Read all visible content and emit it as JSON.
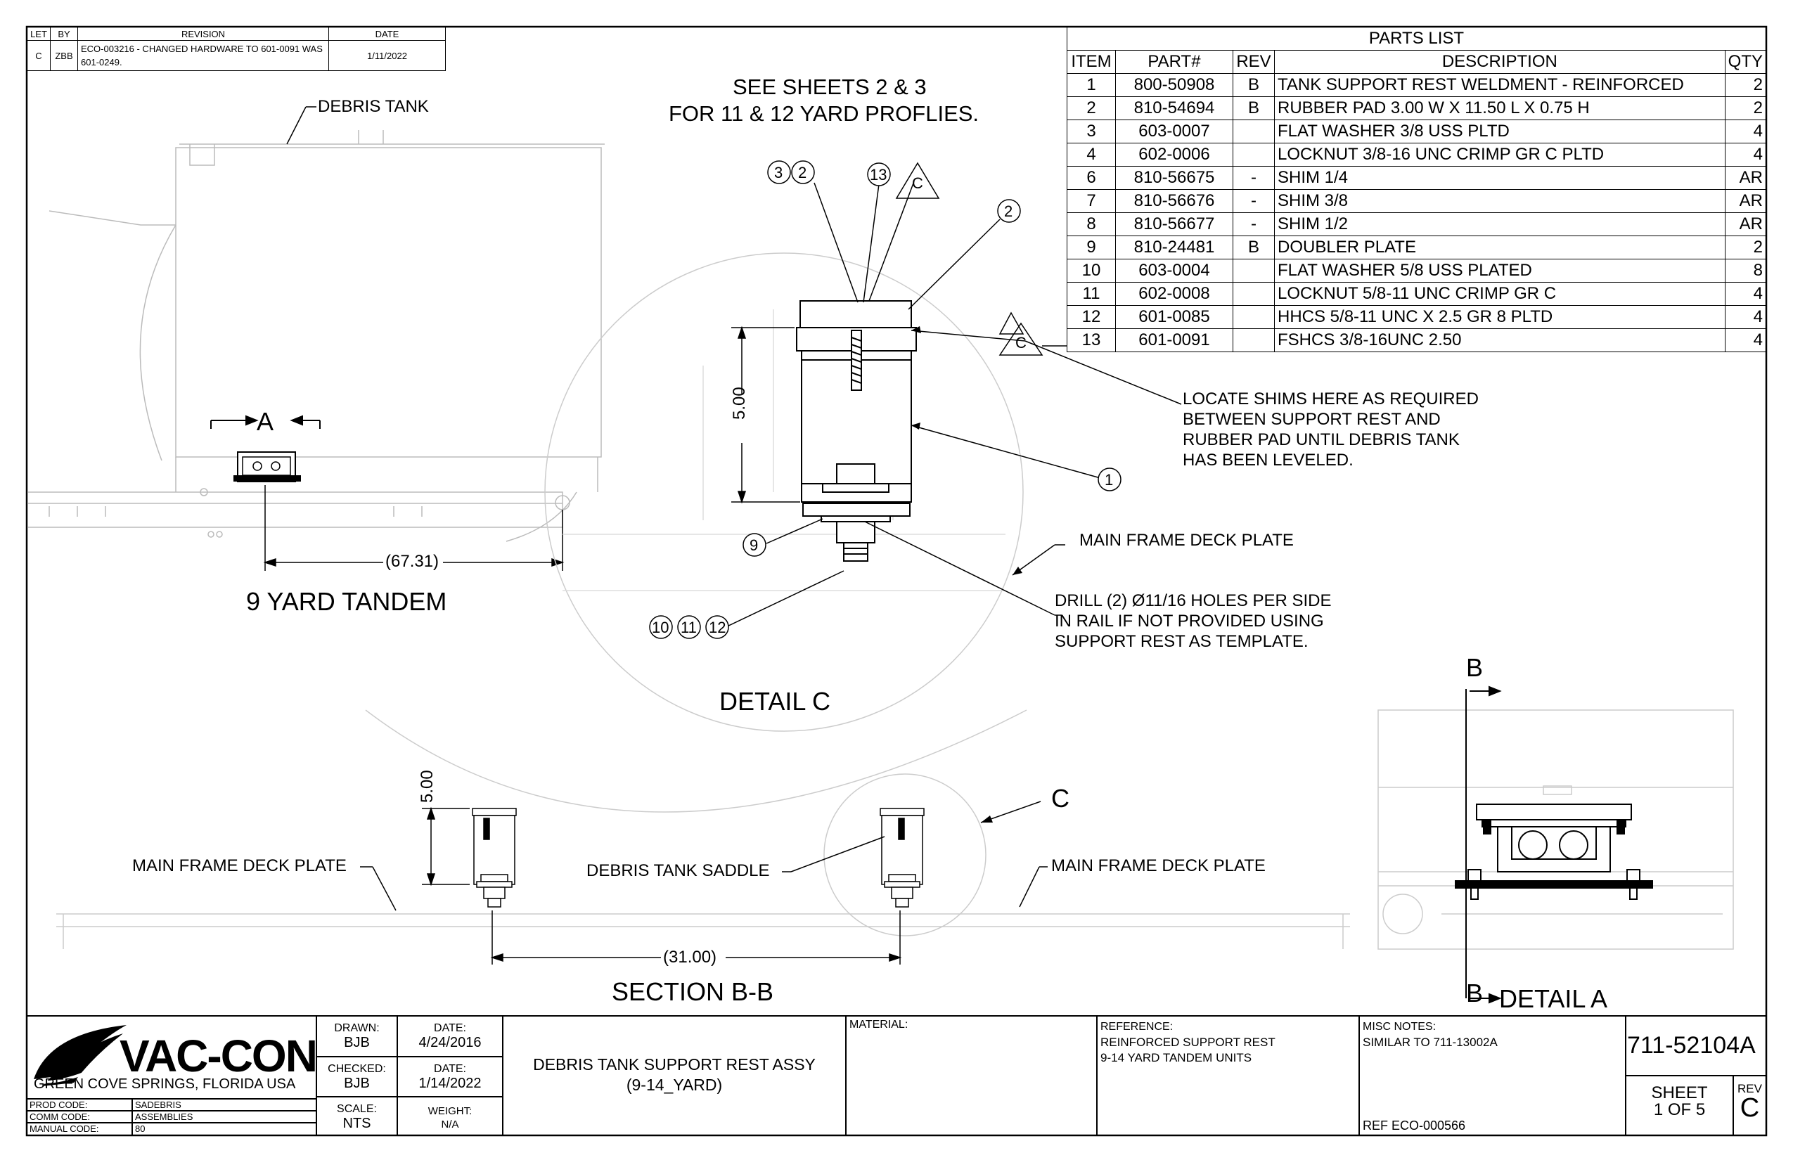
{
  "revision_block": {
    "headers": [
      "LET",
      "BY",
      "REVISION",
      "DATE"
    ],
    "rows": [
      {
        "let": "C",
        "by": "ZBB",
        "revision": "ECO-003216 - CHANGED HARDWARE TO 601-0091 WAS 601-0249.",
        "date": "1/11/2022"
      }
    ]
  },
  "parts_list": {
    "title": "PARTS LIST",
    "headers": [
      "ITEM",
      "PART#",
      "REV",
      "DESCRIPTION",
      "QTY"
    ],
    "rows": [
      {
        "item": "1",
        "part": "800-50908",
        "rev": "B",
        "desc": "TANK SUPPORT REST WELDMENT - REINFORCED",
        "qty": "2"
      },
      {
        "item": "2",
        "part": "810-54694",
        "rev": "B",
        "desc": "RUBBER PAD 3.00 W X 11.50 L X 0.75 H",
        "qty": "2"
      },
      {
        "item": "3",
        "part": "603-0007",
        "rev": "",
        "desc": "FLAT WASHER 3/8 USS PLTD",
        "qty": "4"
      },
      {
        "item": "4",
        "part": "602-0006",
        "rev": "",
        "desc": "LOCKNUT 3/8-16 UNC CRIMP GR C PLTD",
        "qty": "4"
      },
      {
        "item": "6",
        "part": "810-56675",
        "rev": "-",
        "desc": "SHIM 1/4",
        "qty": "AR"
      },
      {
        "item": "7",
        "part": "810-56676",
        "rev": "-",
        "desc": "SHIM 3/8",
        "qty": "AR"
      },
      {
        "item": "8",
        "part": "810-56677",
        "rev": "-",
        "desc": "SHIM 1/2",
        "qty": "AR"
      },
      {
        "item": "9",
        "part": "810-24481",
        "rev": "B",
        "desc": "DOUBLER PLATE",
        "qty": "2"
      },
      {
        "item": "10",
        "part": "603-0004",
        "rev": "",
        "desc": "FLAT WASHER 5/8 USS PLATED",
        "qty": "8"
      },
      {
        "item": "11",
        "part": "602-0008",
        "rev": "",
        "desc": "LOCKNUT 5/8-11 UNC CRIMP GR C",
        "qty": "4"
      },
      {
        "item": "12",
        "part": "601-0085",
        "rev": "",
        "desc": "HHCS 5/8-11 UNC X 2.5 GR 8 PLTD",
        "qty": "4"
      },
      {
        "item": "13",
        "part": "601-0091",
        "rev": "",
        "desc": "FSHCS 3/8-16UNC 2.50",
        "qty": "4"
      }
    ]
  },
  "labels": {
    "debris_tank": "DEBRIS TANK",
    "section_a": "A",
    "dim_6731": "(67.31)",
    "nine_yard_tandem": "9 YARD TANDEM",
    "see_sheets_1": "SEE SHEETS 2 & 3",
    "see_sheets_2": "FOR 11 & 12 YARD PROFLIES.",
    "detail_c": "DETAIL  C",
    "dim_500": "5.00",
    "shim_note": [
      "LOCATE SHIMS HERE AS REQUIRED",
      "BETWEEN SUPPORT REST AND",
      "RUBBER PAD UNTIL DEBRIS TANK",
      "HAS BEEN LEVELED."
    ],
    "main_frame_deck_plate": "MAIN FRAME DECK PLATE",
    "drill_note": [
      "DRILL (2) Ø11/16 HOLES PER SIDE",
      "IN RAIL IF NOT PROVIDED USING",
      "SUPPORT REST AS TEMPLATE."
    ],
    "debris_tank_saddle": "DEBRIS TANK SADDLE",
    "dim_3100": "(31.00)",
    "section_bb": "SECTION B-B",
    "callout_c": "C",
    "b": "B",
    "detail_a": "DETAIL  A"
  },
  "balloons": {
    "b3": "3",
    "b2": "2",
    "b13": "13",
    "b2b": "2",
    "b1": "1",
    "b9": "9",
    "b10": "10",
    "b11": "11",
    "b12": "12",
    "tri_c": "C"
  },
  "title_block": {
    "company": "VAC-CON",
    "location": "GREEN COVE SPRINGS, FLORIDA USA",
    "prod_code_label": "PROD CODE:",
    "prod_code": "SADEBRIS",
    "comm_code_label": "COMM CODE:",
    "comm_code": "ASSEMBLIES",
    "manual_code_label": "MANUAL CODE:",
    "manual_code": "80",
    "drawn_label": "DRAWN:",
    "drawn": "BJB",
    "drawn_date_label": "DATE:",
    "drawn_date": "4/24/2016",
    "checked_label": "CHECKED:",
    "checked": "BJB",
    "checked_date_label": "DATE:",
    "checked_date": "1/14/2022",
    "scale_label": "SCALE:",
    "scale": "NTS",
    "weight_label": "WEIGHT:",
    "weight": "N/A",
    "title1": "DEBRIS TANK SUPPORT REST ASSY",
    "title2": "(9-14_YARD)",
    "material_label": "MATERIAL:",
    "reference_label": "REFERENCE:",
    "reference1": "REINFORCED SUPPORT REST",
    "reference2": "9-14 YARD TANDEM UNITS",
    "misc_label": "MISC NOTES:",
    "misc1": "SIMILAR TO 711-13002A",
    "misc2": "REF ECO-000566",
    "drawing_number": "711-52104A",
    "sheet_label": "SHEET",
    "sheet": "1  OF 5",
    "rev_label": "REV",
    "rev": "C"
  }
}
